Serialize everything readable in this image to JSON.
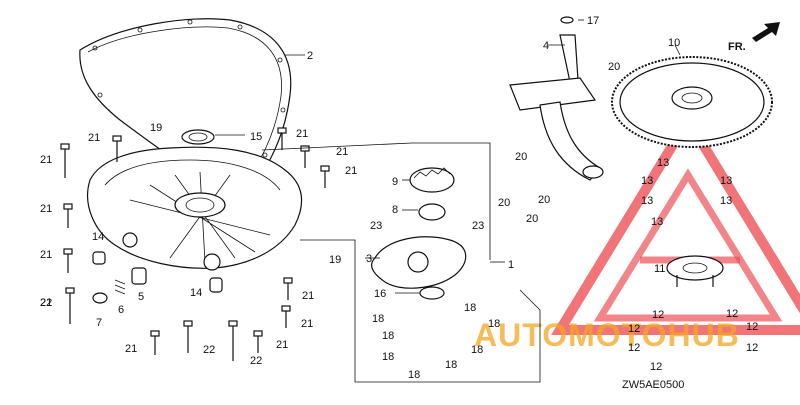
{
  "diagram": {
    "code": "ZW5AE0500",
    "direction": "FR.",
    "watermark": "AUTOMOTOHUB",
    "callouts": [
      {
        "id": "c1",
        "text": "1"
      },
      {
        "id": "c2",
        "text": "2"
      },
      {
        "id": "c3",
        "text": "3"
      },
      {
        "id": "c4",
        "text": "4"
      },
      {
        "id": "c5",
        "text": "5"
      },
      {
        "id": "c6",
        "text": "6"
      },
      {
        "id": "c7",
        "text": "7"
      },
      {
        "id": "c8",
        "text": "8"
      },
      {
        "id": "c9",
        "text": "9"
      },
      {
        "id": "c10",
        "text": "10"
      },
      {
        "id": "c11",
        "text": "11"
      },
      {
        "id": "c12a",
        "text": "12"
      },
      {
        "id": "c12b",
        "text": "12"
      },
      {
        "id": "c12c",
        "text": "12"
      },
      {
        "id": "c12d",
        "text": "12"
      },
      {
        "id": "c12e",
        "text": "12"
      },
      {
        "id": "c12f",
        "text": "12"
      },
      {
        "id": "c12g",
        "text": "12"
      },
      {
        "id": "c13a",
        "text": "13"
      },
      {
        "id": "c13b",
        "text": "13"
      },
      {
        "id": "c13c",
        "text": "13"
      },
      {
        "id": "c13d",
        "text": "13"
      },
      {
        "id": "c13e",
        "text": "13"
      },
      {
        "id": "c13f",
        "text": "13"
      },
      {
        "id": "c14a",
        "text": "14"
      },
      {
        "id": "c14b",
        "text": "14"
      },
      {
        "id": "c15",
        "text": "15"
      },
      {
        "id": "c16",
        "text": "16"
      },
      {
        "id": "c17",
        "text": "17"
      },
      {
        "id": "c18a",
        "text": "18"
      },
      {
        "id": "c18b",
        "text": "18"
      },
      {
        "id": "c18c",
        "text": "18"
      },
      {
        "id": "c18d",
        "text": "18"
      },
      {
        "id": "c18e",
        "text": "18"
      },
      {
        "id": "c18f",
        "text": "18"
      },
      {
        "id": "c18g",
        "text": "18"
      },
      {
        "id": "c18h",
        "text": "18"
      },
      {
        "id": "c19a",
        "text": "19"
      },
      {
        "id": "c19b",
        "text": "19"
      },
      {
        "id": "c20a",
        "text": "20"
      },
      {
        "id": "c20b",
        "text": "20"
      },
      {
        "id": "c20c",
        "text": "20"
      },
      {
        "id": "c20d",
        "text": "20"
      },
      {
        "id": "c20e",
        "text": "20"
      },
      {
        "id": "c21a",
        "text": "21"
      },
      {
        "id": "c21b",
        "text": "21"
      },
      {
        "id": "c21c",
        "text": "21"
      },
      {
        "id": "c21d",
        "text": "21"
      },
      {
        "id": "c21e",
        "text": "21"
      },
      {
        "id": "c21f",
        "text": "21"
      },
      {
        "id": "c21g",
        "text": "21"
      },
      {
        "id": "c21h",
        "text": "21"
      },
      {
        "id": "c21i",
        "text": "21"
      },
      {
        "id": "c21j",
        "text": "21"
      },
      {
        "id": "c21k",
        "text": "21"
      },
      {
        "id": "c21l",
        "text": "21"
      },
      {
        "id": "c22a",
        "text": "22"
      },
      {
        "id": "c22b",
        "text": "22"
      },
      {
        "id": "c22c",
        "text": "22"
      },
      {
        "id": "c23a",
        "text": "23"
      },
      {
        "id": "c23b",
        "text": "23"
      }
    ]
  },
  "colors": {
    "line": "#111111",
    "watermark_red": "#e8333a",
    "watermark_orange": "#f5a623",
    "watermark_gray": "#9a9a9a"
  }
}
